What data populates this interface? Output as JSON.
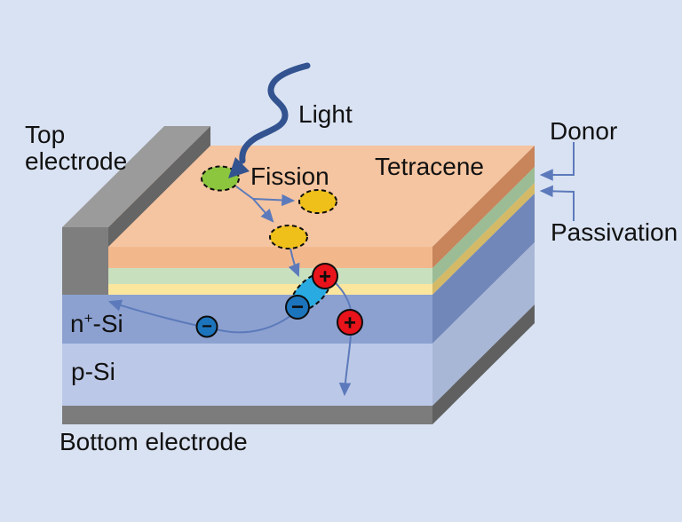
{
  "background": "#D9E2F2",
  "text_color": "#111111",
  "labels": {
    "light": "Light",
    "fission": "Fission",
    "tetracene": "Tetracene",
    "donor": "Donor",
    "passivation": "Passivation",
    "top_electrode": {
      "line1": "Top",
      "line2": "electrode"
    },
    "n_si": {
      "base": "n",
      "sup": "+",
      "rest": "-Si"
    },
    "p_si": "p-Si",
    "bottom_electrode": "Bottom electrode",
    "plus_sign": "+",
    "minus_sign": "−"
  },
  "layers": {
    "tetracene": {
      "top": "#F5C4A0",
      "front": "#F2B88C",
      "side": "#C8845A"
    },
    "donor": {
      "front": "#C9E0BE",
      "side": "#9CBC95"
    },
    "passivation": {
      "front": "#FBE69E",
      "side": "#D4B967"
    },
    "n_si": {
      "front": "#8CA1D0",
      "side": "#7287B9"
    },
    "p_si": {
      "front": "#BCC8E7",
      "side": "#A9B7D6"
    },
    "bottom_electrode": {
      "front": "#7C7C7C",
      "side": "#606060"
    }
  },
  "top_electrode": {
    "front": "#7E7E7E",
    "top": "#9B9B9B",
    "side": "#656565"
  },
  "particles": {
    "fission_site": "#8CC63E",
    "triplet": "#EFC01A",
    "exciton": "#29ABE2",
    "electron": "#1C75BC",
    "hole": "#E8131B",
    "outline": "#0D0D0D"
  },
  "arrows": {
    "light": "#335390",
    "thin": "#5C7ABB"
  }
}
